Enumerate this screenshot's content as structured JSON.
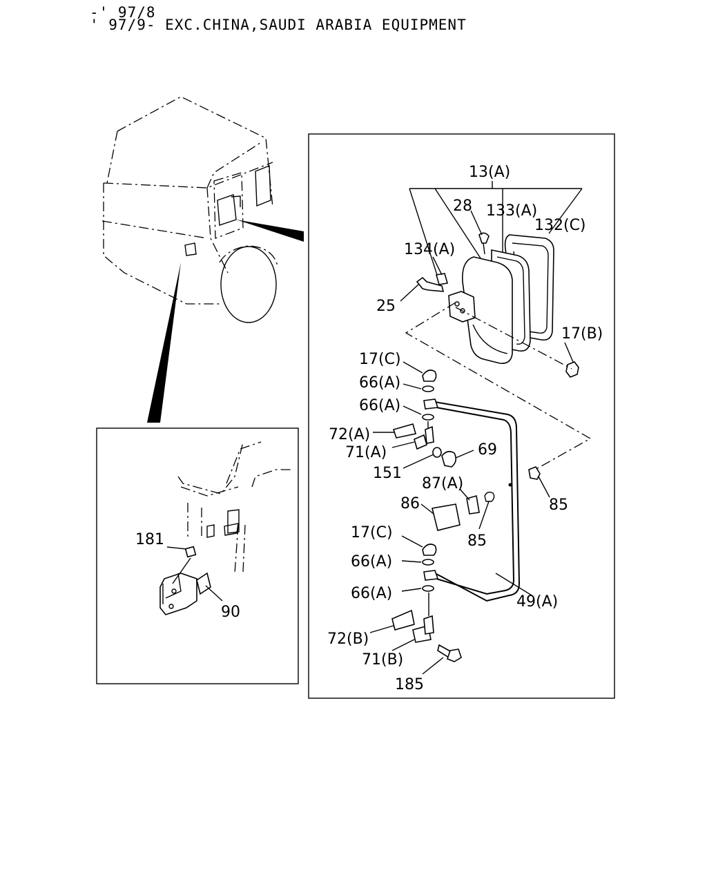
{
  "header": {
    "line1": "-' 97/8",
    "line2": "' 97/9- EXC.CHINA,SAUDI ARABIA EQUIPMENT"
  },
  "callouts": {
    "c13A": "13(A)",
    "c28": "28",
    "c133A": "133(A)",
    "c132C": "132(C)",
    "c134A": "134(A)",
    "c25": "25",
    "c17B": "17(B)",
    "c17C_top": "17(C)",
    "c66A_1": "66(A)",
    "c66A_2": "66(A)",
    "c72A": "72(A)",
    "c71A": "71(A)",
    "c69": "69",
    "c151": "151",
    "c87A": "87(A)",
    "c85_right": "85",
    "c86": "86",
    "c85_mid": "85",
    "c17C_bot": "17(C)",
    "c66A_3": "66(A)",
    "c66A_4": "66(A)",
    "c49A": "49(A)",
    "c72B": "72(B)",
    "c71B": "71(B)",
    "c185": "185",
    "c181": "181",
    "c90": "90"
  }
}
